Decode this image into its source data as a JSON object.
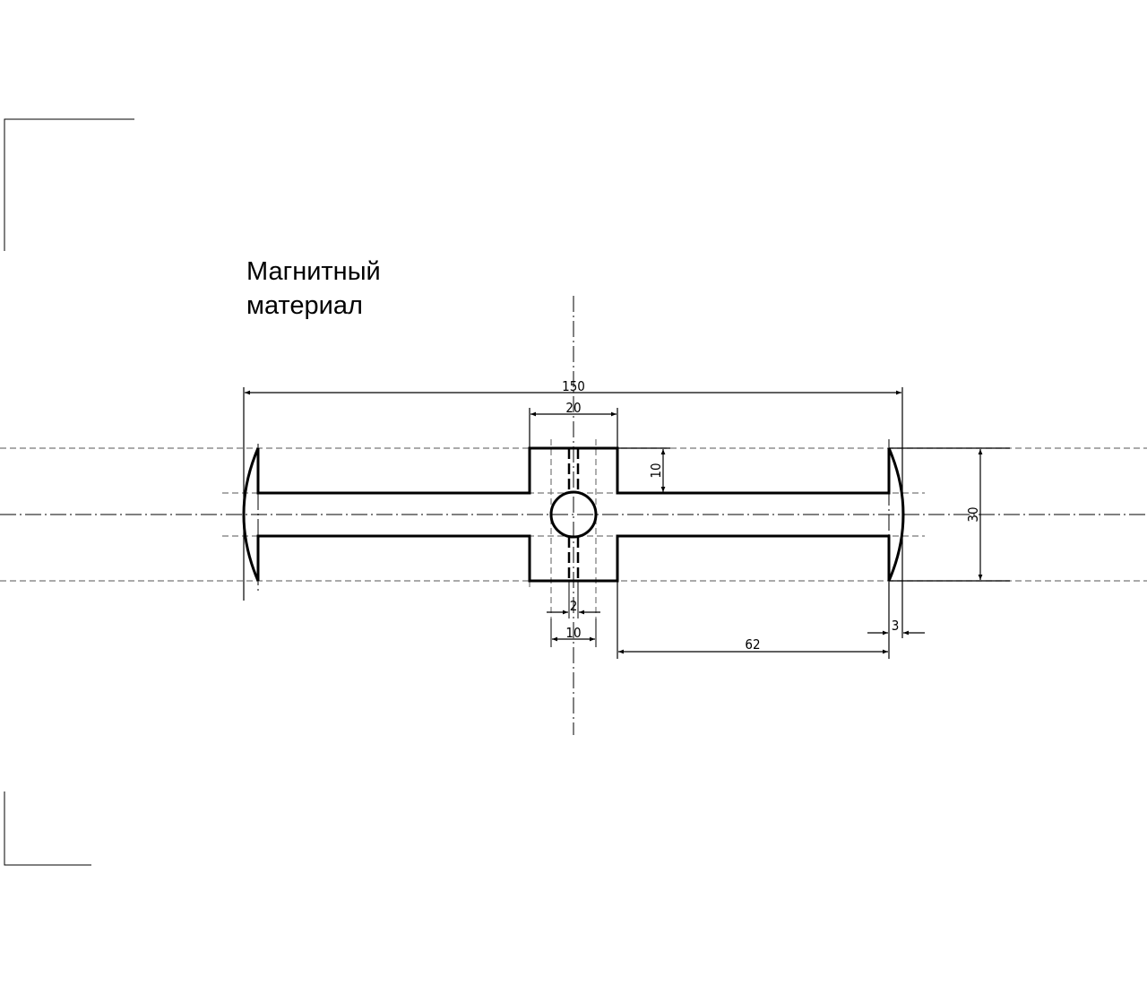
{
  "label": {
    "line1": "Магнитный",
    "line2": "материал"
  },
  "dimensions": {
    "overall_length": "150",
    "block_width": "20",
    "arm_offset": "10",
    "height": "30",
    "slot_width": "2",
    "hole_diameter": "10",
    "arm_length": "62",
    "head_depth": "3"
  },
  "colors": {
    "line": "#000000",
    "hidden": "#777777"
  }
}
